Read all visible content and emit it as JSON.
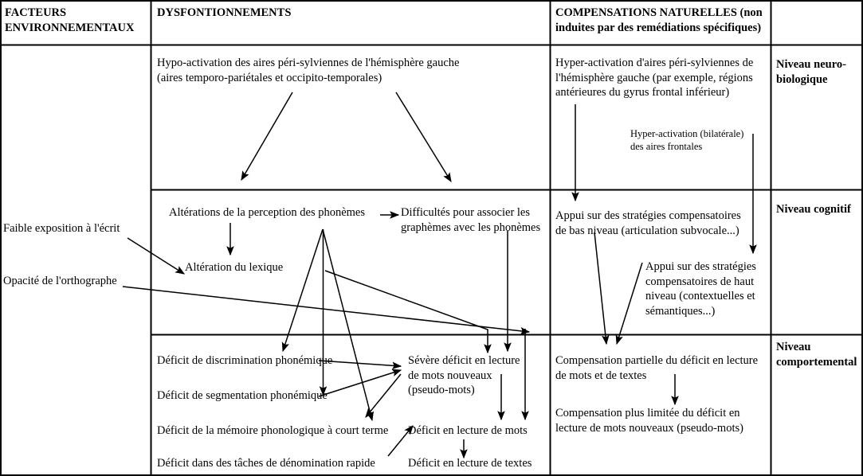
{
  "table": {
    "columns": [
      {
        "id": "factors",
        "header": "FACTEURS\nENVIRONNEMENTAUX"
      },
      {
        "id": "dysfunctions",
        "header": "DYSFONTIONNEMENTS"
      },
      {
        "id": "compensations",
        "header": "COMPENSATIONS NATURELLES (non\ninduites par des remédiations spécifiques)"
      },
      {
        "id": "levels",
        "header": ""
      }
    ],
    "rows": [
      {
        "id": "neurobiological",
        "level": "Niveau neuro-\nbiologique"
      },
      {
        "id": "cognitive",
        "level": "Niveau cognitif"
      },
      {
        "id": "behavioral",
        "level": "Niveau\ncomportemental"
      }
    ]
  },
  "factors": {
    "item1": "Faible exposition à l'écrit",
    "item2": "Opacité de l'orthographe"
  },
  "dysfunctions": {
    "neuro": "Hypo-activation des aires péri-sylviennes de l'hémisphère gauche\n(aires temporo-pariétales et occipito-temporales)",
    "cog1": "Altérations de la perception des phonèmes",
    "cog2": "Difficultés pour associer les\ngraphèmes avec les phonèmes",
    "cog3": "Altération du lexique",
    "beh1": "Déficit de discrimination phonémique",
    "beh2": "Déficit de segmentation phonémique",
    "beh3": "Déficit de la mémoire phonologique à court terme",
    "beh4": "Déficit dans des tâches de dénomination rapide",
    "beh5": "Sévère déficit en lecture\nde mots nouveaux\n(pseudo-mots)",
    "beh6": "Déficit en lecture de mots",
    "beh7": "Déficit en lecture de textes"
  },
  "compensations": {
    "neuro1": "Hyper-activation d'aires péri-sylviennes de\nl'hémisphère gauche (par exemple, régions\nantérieures du gyrus frontal inférieur)",
    "neuro2": "Hyper-activation (bilatérale)\ndes aires frontales",
    "cog1": "Appui sur des stratégies compensatoires\nde bas niveau (articulation subvocale...)",
    "cog2": "Appui sur des stratégies\ncompensatoires de haut\nniveau (contextuelles et\nsémantiques...)",
    "beh1": "Compensation partielle du déficit en lecture\nde mots et de textes",
    "beh2": "Compensation plus limitée du déficit en\nlecture de mots nouveaux (pseudo-mots)"
  },
  "colors": {
    "border": "#000000",
    "text": "#000000",
    "background": "#ffffff",
    "arrow": "#000000"
  }
}
